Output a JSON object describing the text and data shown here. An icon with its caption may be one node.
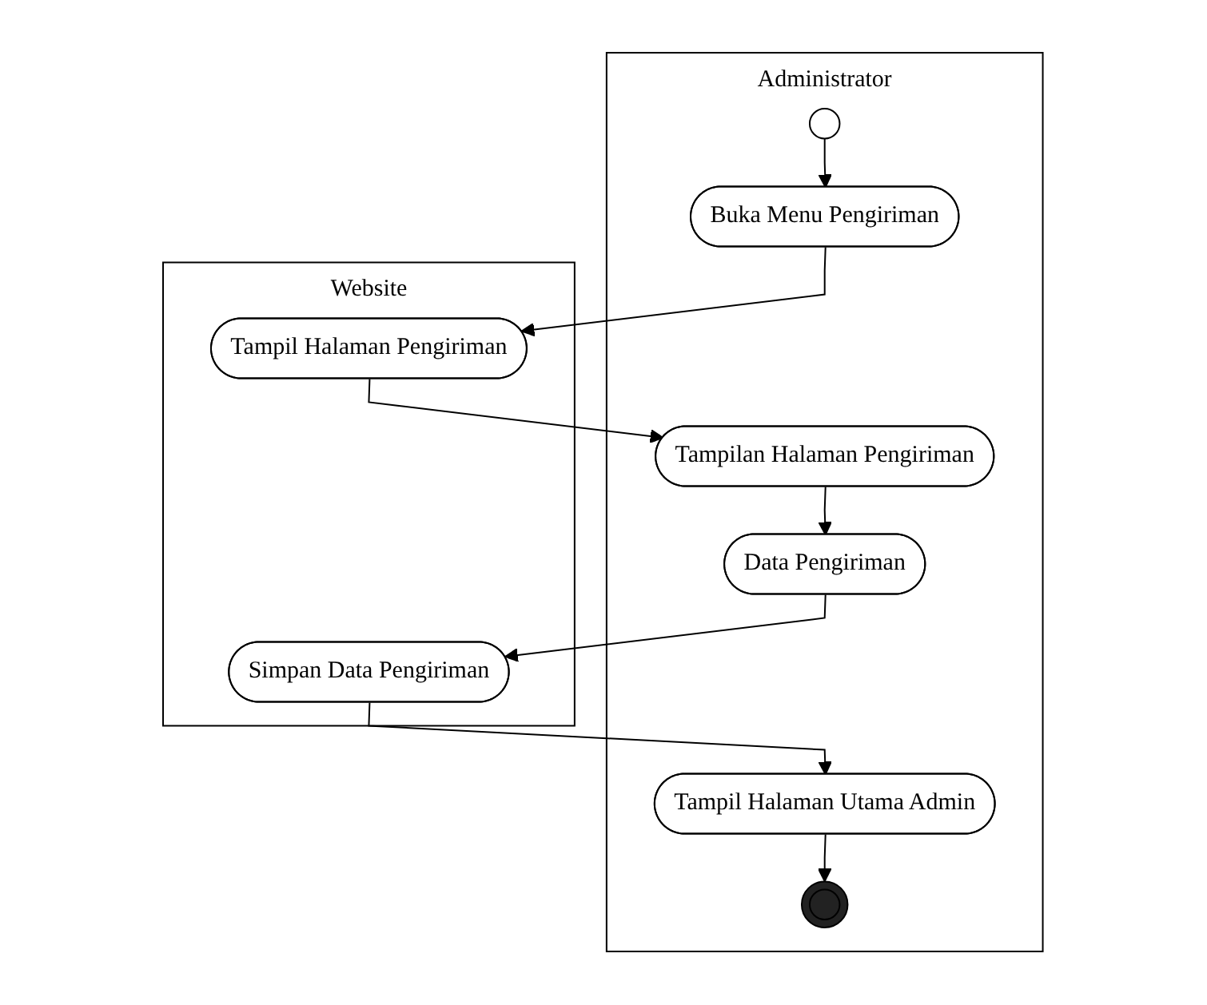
{
  "diagram": {
    "nodes": [
      {
        "text": [
          "Administrator"
        ]
      },
      {
        "text": [
          "Website"
        ]
      },
      {
        "text": [],
        "shape": "circle",
        "in": 0
      },
      {
        "text": [
          "Buka Menu Pengiriman"
        ],
        "in": 0
      },
      {
        "text": [
          "Tampil Halaman Pengiriman"
        ],
        "in": 1
      },
      {
        "text": [
          "Tampilan Halaman Pengiriman"
        ],
        "in": 0
      },
      {
        "text": [
          "Data Pengiriman"
        ],
        "in": 0
      },
      {
        "text": [
          "Simpan Data Pengiriman"
        ],
        "in": 1
      },
      {
        "text": [
          "Tampil Halaman Utama Admin"
        ],
        "in": 0
      },
      {
        "text": [],
        "shape": "circle",
        "in": 0
      }
    ],
    "edges": [
      {
        "from": 2,
        "to": 3,
        "arrow": "to"
      },
      {
        "from": 3,
        "to": 4,
        "arrow": "to"
      },
      {
        "from": 4,
        "to": 5,
        "arrow": "to"
      },
      {
        "from": 5,
        "to": 6,
        "arrow": "to"
      },
      {
        "from": 6,
        "to": 7,
        "arrow": "to"
      },
      {
        "from": 7,
        "to": 8,
        "arrow": "to"
      },
      {
        "from": 8,
        "to": 9,
        "arrow": "to"
      }
    ]
  }
}
